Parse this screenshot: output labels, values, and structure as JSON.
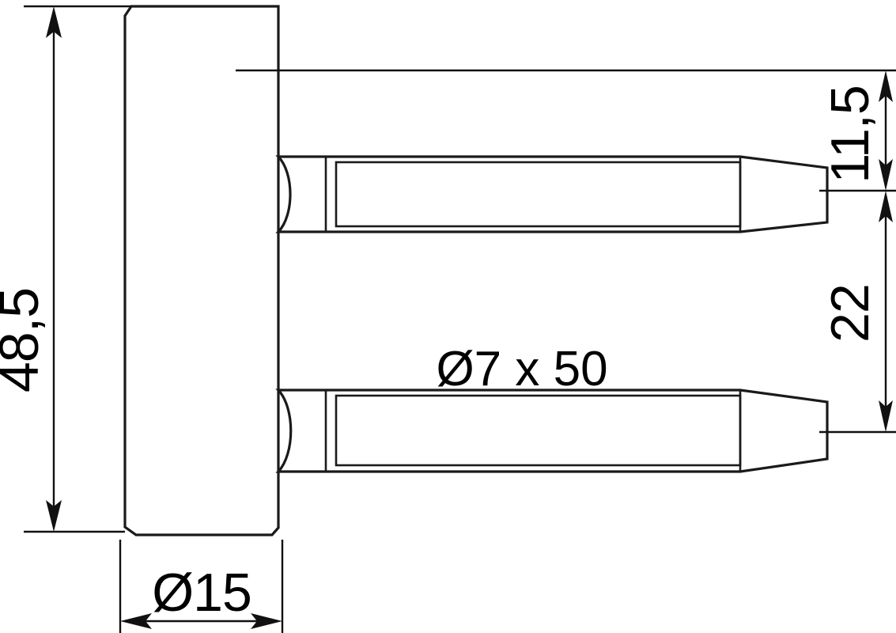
{
  "drawing": {
    "title": "Door hinge pin technical drawing",
    "background_color": "#ffffff",
    "line_color": "#1a1a1a",
    "text_color": "#000000",
    "dimensions": {
      "overall_height": {
        "value": "48,5",
        "orientation": "vertical",
        "position": "left",
        "unit_implied": "mm"
      },
      "plate_diameter": {
        "value": "Ø15",
        "orientation": "horizontal",
        "position": "bottom",
        "unit_implied": "mm"
      },
      "top_offset": {
        "value": "11,5",
        "orientation": "vertical",
        "position": "right-upper",
        "unit_implied": "mm"
      },
      "pin_spacing": {
        "value": "22",
        "orientation": "vertical",
        "position": "right-lower",
        "unit_implied": "mm"
      },
      "pin_spec": {
        "value": "Ø7 x 50",
        "orientation": "horizontal",
        "position": "center",
        "unit_implied": "mm"
      }
    },
    "parts": [
      {
        "name": "mounting-plate",
        "description": "vertical rectangular body with chamfered corners"
      },
      {
        "name": "upper-pin",
        "description": "horizontal cylindrical pin with rounded root and tapered tip"
      },
      {
        "name": "lower-pin",
        "description": "horizontal cylindrical pin with rounded root and tapered tip"
      }
    ]
  }
}
